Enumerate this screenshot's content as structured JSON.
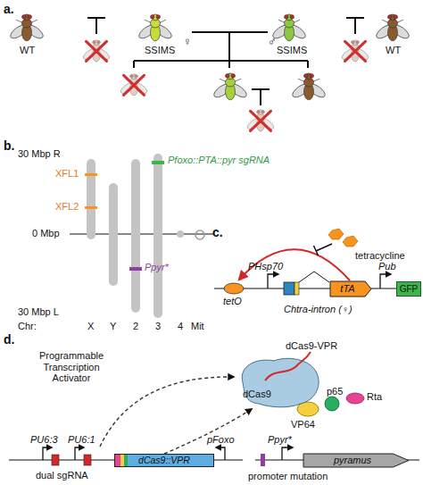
{
  "diagram": {
    "nodes": [
      {
        "text": [
          "tTA"
        ]
      },
      {
        "text": [
          "GFP"
        ]
      },
      {
        "text": [
          "dCas9-VPR",
          "dCas9"
        ]
      },
      {
        "text": [
          "dCas9::VPR"
        ]
      },
      {
        "text": [
          "pyramus"
        ]
      }
    ],
    "edges": [
      {
        "from": 3,
        "to": 2,
        "arrow": "to"
      }
    ],
    "labels": [
      "a.",
      "WT",
      "SSIMS",
      "SSIMS",
      "WT",
      "♀",
      "♂",
      "b.",
      "30 Mbp R",
      "0 Mbp",
      "30 Mbp L",
      "XFL1",
      "XFL2",
      "Pfoxo::PTA::pyr sgRNA",
      "Ppyr*",
      "Chr:",
      "X",
      "Y",
      "2",
      "3",
      "4",
      "Mit",
      "c.",
      "tetO",
      "PHsp70",
      "tetracycline",
      "Pub",
      "Chtra-intron (♀)",
      "d.",
      "Programmable Transcription Activator",
      "VP64",
      "p65",
      "Rta",
      "PU6:3",
      "PU6:1",
      "dual sgRNA",
      "pFoxo",
      "Ppyr*",
      "promoter mutation"
    ]
  }
}
